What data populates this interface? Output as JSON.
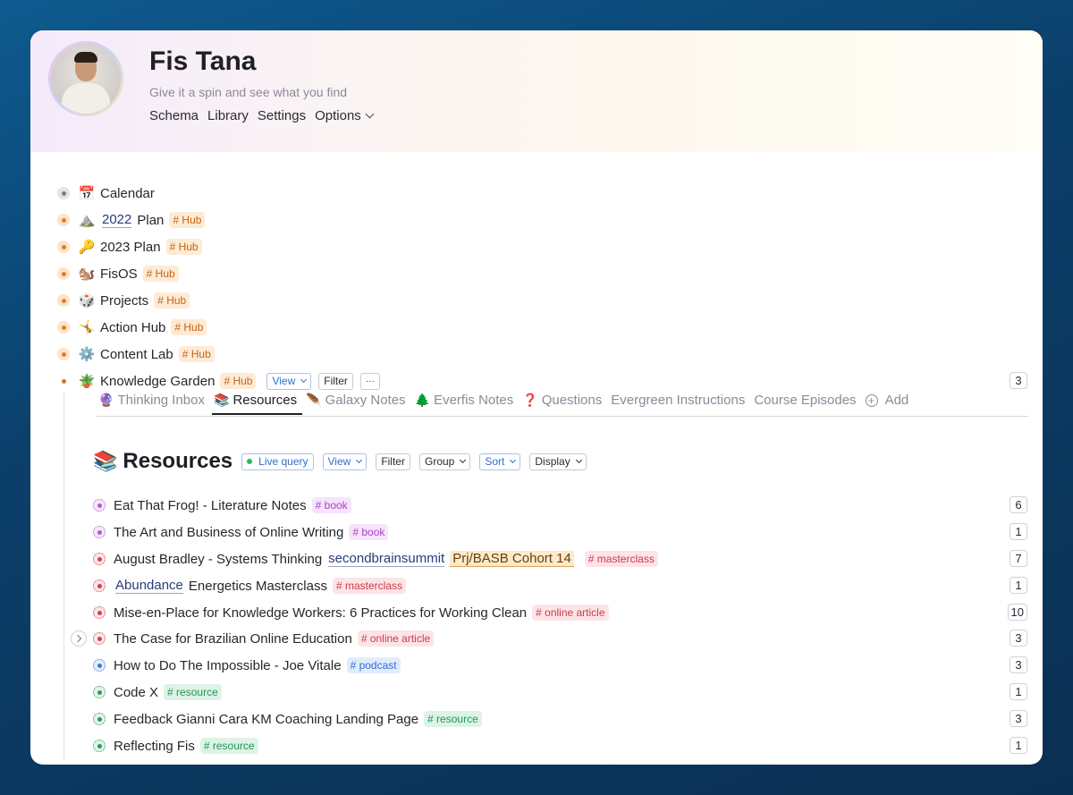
{
  "profile": {
    "name": "Fis Tana",
    "tagline": "Give it a spin and see what you find",
    "nav": [
      "Schema",
      "Library",
      "Settings",
      "Options"
    ]
  },
  "nodes": [
    {
      "icon": "📅",
      "label": "Calendar",
      "tag": ""
    },
    {
      "icon": "⛰️",
      "label_link": "2022",
      "label": "Plan",
      "tag": "# Hub"
    },
    {
      "icon": "🔑",
      "label": "2023 Plan",
      "tag": "# Hub"
    },
    {
      "icon": "🐿️",
      "label": "FisOS",
      "tag": "# Hub"
    },
    {
      "icon": "🎲",
      "label": "Projects",
      "tag": "# Hub"
    },
    {
      "icon": "🤸",
      "label": "Action Hub",
      "tag": "# Hub"
    },
    {
      "icon": "⚙️",
      "label": "Content Lab",
      "tag": "# Hub"
    },
    {
      "icon": "🪴",
      "label": "Knowledge Garden",
      "tag": "# Hub",
      "count": "3"
    }
  ],
  "kg_buttons": {
    "view": "View",
    "filter": "Filter",
    "more": "···"
  },
  "tabs": [
    {
      "icon": "🔮",
      "label": "Thinking Inbox"
    },
    {
      "icon": "📚",
      "label": "Resources"
    },
    {
      "icon": "🪶",
      "label": "Galaxy Notes"
    },
    {
      "icon": "🌲",
      "label": "Everfis Notes"
    },
    {
      "icon": "❓",
      "label": "Questions"
    },
    {
      "icon": "",
      "label": "Evergreen Instructions"
    },
    {
      "icon": "",
      "label": "Course Episodes"
    },
    {
      "icon": "",
      "label": "Add"
    }
  ],
  "section": {
    "icon": "📚",
    "title": "Resources",
    "buttons": [
      "Live query",
      "View",
      "Filter",
      "Group",
      "Sort",
      "Display"
    ]
  },
  "resources": [
    {
      "label": "Eat That Frog! - Literature Notes",
      "tag": "# book",
      "count": "6"
    },
    {
      "label": "The Art and Business of Online Writing",
      "tag": "# book",
      "count": "1"
    },
    {
      "label": "August Bradley - Systems Thinking",
      "link": "secondbrainsummit",
      "ref": "Prj/BASB Cohort 14",
      "tag": "# masterclass",
      "count": "7"
    },
    {
      "link": "Abundance",
      "label": "Energetics Masterclass",
      "tag": "# masterclass",
      "count": "1"
    },
    {
      "label": "Mise-en-Place for Knowledge Workers: 6 Practices for Working Clean",
      "tag": "# online article",
      "count": "10"
    },
    {
      "label": "The Case for Brazilian Online Education",
      "tag": "# online article",
      "count": "3"
    },
    {
      "label": "How to Do The Impossible - Joe Vitale",
      "tag": "# podcast",
      "count": "3"
    },
    {
      "label": "Code X",
      "tag": "# resource",
      "count": "1"
    },
    {
      "label": "Feedback Gianni Cara KM Coaching Landing Page",
      "tag": "# resource",
      "count": "3"
    },
    {
      "label": "Reflecting Fis",
      "tag": "# resource",
      "count": "1"
    }
  ]
}
